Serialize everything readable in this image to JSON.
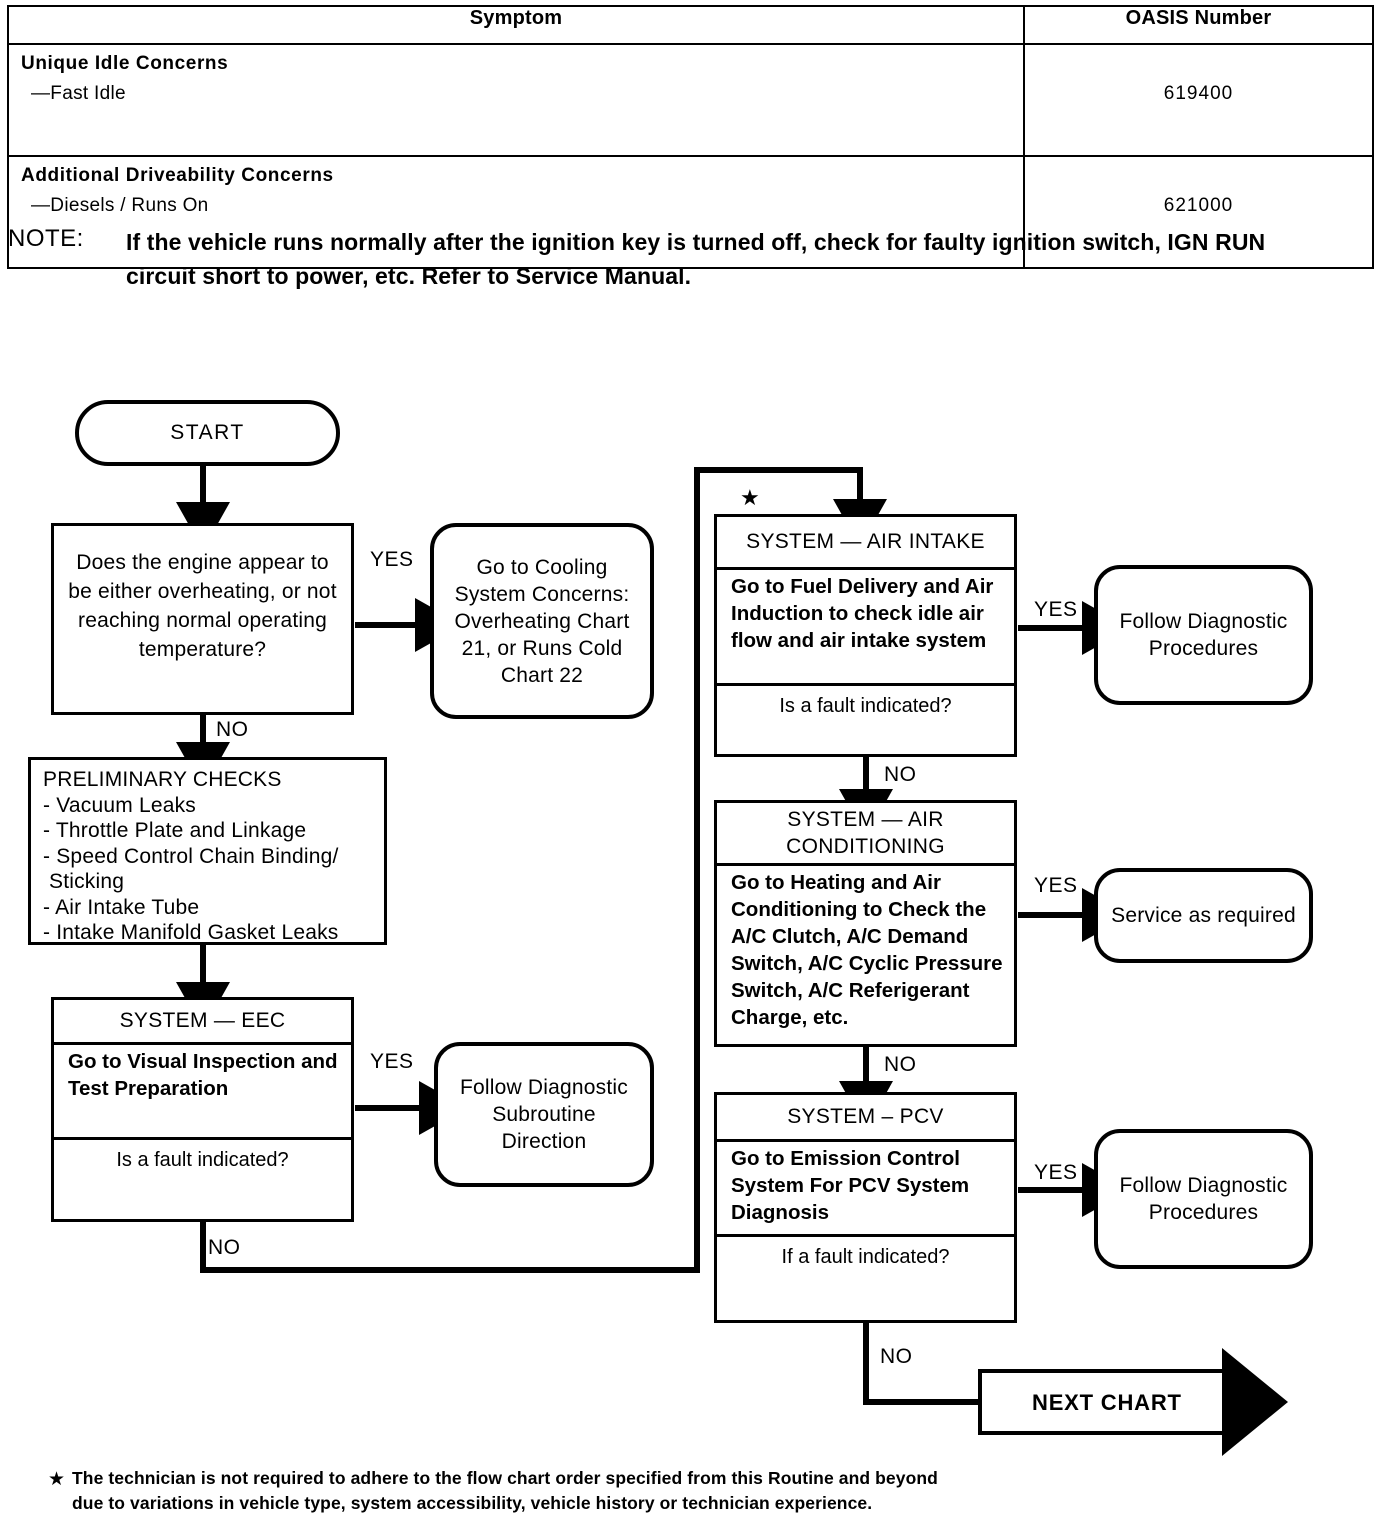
{
  "table": {
    "columns": [
      "Symptom",
      "OASIS Number"
    ],
    "rows": [
      {
        "concern": "Unique Idle Concerns",
        "detail": "—Fast Idle",
        "oasis": "619400"
      },
      {
        "concern": "Additional Driveability Concerns",
        "detail": "—Diesels / Runs On",
        "oasis": "621000"
      }
    ]
  },
  "note": {
    "label": "NOTE:",
    "text": "If the vehicle runs normally after the ignition key is turned off, check for faulty ignition switch, IGN RUN circuit short to power, etc. Refer to Service Manual."
  },
  "flow": {
    "start": "START",
    "q_overheat": "Does the engine appear to be either overheating, or not reaching normal operating temperature?",
    "cooling": "Go to Cooling System Concerns: Overheating Chart 21, or Runs Cold Chart 22",
    "prelim_title": "PRELIMINARY CHECKS",
    "prelim_items": [
      "- Vacuum Leaks",
      "- Throttle Plate and Linkage",
      "- Speed Control Chain Binding/",
      "Sticking",
      "- Air Intake Tube",
      "- Intake Manifold Gasket Leaks"
    ],
    "eec_header": "SYSTEM — EEC",
    "eec_body": "Go to Visual Inspection and Test Preparation",
    "eec_question": "Is a fault indicated?",
    "eec_yes_target": "Follow Diagnostic Subroutine Direction",
    "air_intake_header": "SYSTEM — AIR INTAKE",
    "air_intake_body": "Go to Fuel Delivery and Air Induction to check idle air flow and air intake system",
    "air_intake_question": "Is a fault indicated?",
    "air_intake_yes_target": "Follow Diagnostic Procedures",
    "ac_header": "SYSTEM — AIR CONDITIONING",
    "ac_body": "Go to Heating and Air Conditioning to Check the A/C Clutch, A/C Demand Switch, A/C Cyclic Pressure Switch, A/C Referigerant Charge, etc.",
    "ac_yes_target": "Service as required",
    "pcv_header": "SYSTEM –   PCV",
    "pcv_body": "Go to Emission Control System  For PCV System Diagnosis",
    "pcv_question": "If a fault indicated?",
    "pcv_yes_target": "Follow Diagnostic Procedures",
    "next_chart": "NEXT CHART",
    "star_glyph": "★",
    "labels": {
      "yes": "YES",
      "no": "NO"
    }
  },
  "footnote": {
    "star": "★",
    "text": "The technician is not required to adhere to the flow chart order specified from this Routine and beyond due to variations in vehicle type, system accessibility, vehicle history or technician experience."
  }
}
